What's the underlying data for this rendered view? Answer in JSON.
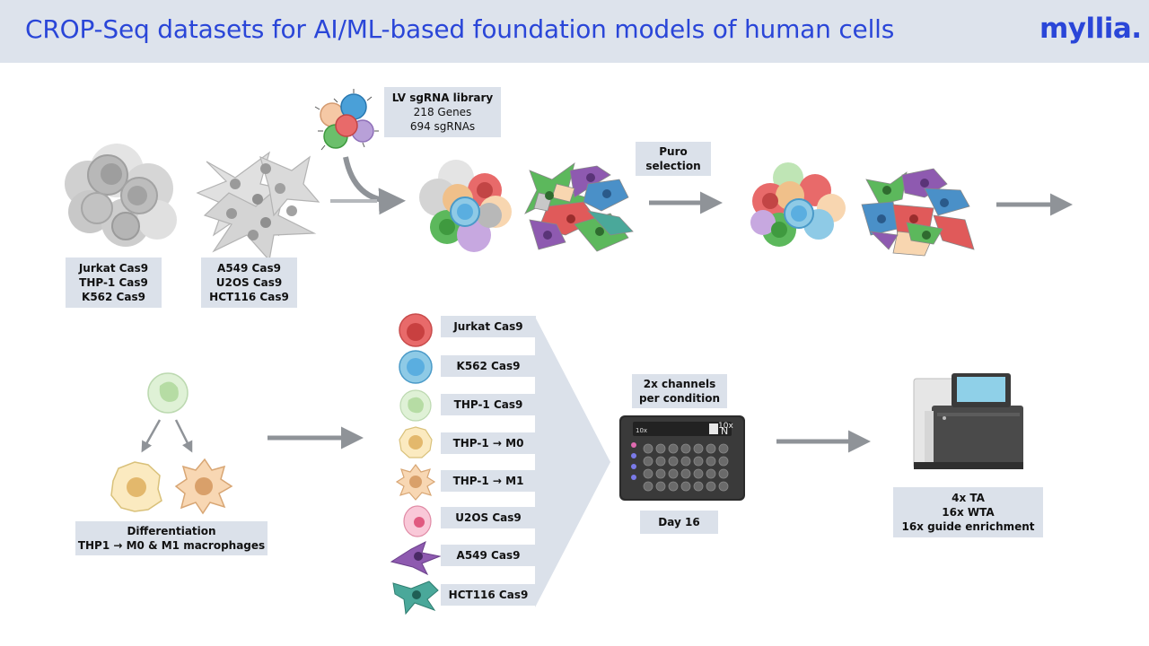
{
  "header": {
    "title": "CROP-Seq datasets for AI/ML-based foundation models of human cells",
    "logo": "myllia."
  },
  "library": {
    "title": "LV sgRNA library",
    "genes": "218 Genes",
    "sgrnas": "694 sgRNAs"
  },
  "suspension_lines": [
    "Jurkat Cas9",
    "THP-1 Cas9",
    "K562 Cas9"
  ],
  "adherent_lines": [
    "A549 Cas9",
    "U2OS Cas9",
    "HCT116 Cas9"
  ],
  "puro_selection": [
    "Puro",
    "selection"
  ],
  "differentiation": {
    "title": "Differentiation",
    "detail": "THP1 → M0 & M1 macrophages"
  },
  "legend": [
    {
      "label": "Jurkat Cas9",
      "color": "#e05a5a"
    },
    {
      "label": "K562 Cas9",
      "color": "#5aaee0"
    },
    {
      "label": "THP-1 Cas9",
      "color": "#bfe5b5"
    },
    {
      "label": "THP-1 → M0",
      "color": "#f8e3a8"
    },
    {
      "label": "THP-1 → M1",
      "color": "#f5cfa0"
    },
    {
      "label": "U2OS Cas9",
      "color": "#f7b8cc"
    },
    {
      "label": "A549 Cas9",
      "color": "#8e5ab0"
    },
    {
      "label": "HCT116 Cas9",
      "color": "#4aa89a"
    }
  ],
  "channels": [
    "2x channels",
    "per condition"
  ],
  "chip_brand": "10x",
  "day": "Day 16",
  "sequencing": [
    "4x TA",
    "16x WTA",
    "16x guide enrichment"
  ],
  "colors": {
    "accent": "#2a46d8",
    "header_bg": "#dde3ec",
    "label_bg": "#dbe1ea",
    "arrow": "#8f9398"
  }
}
